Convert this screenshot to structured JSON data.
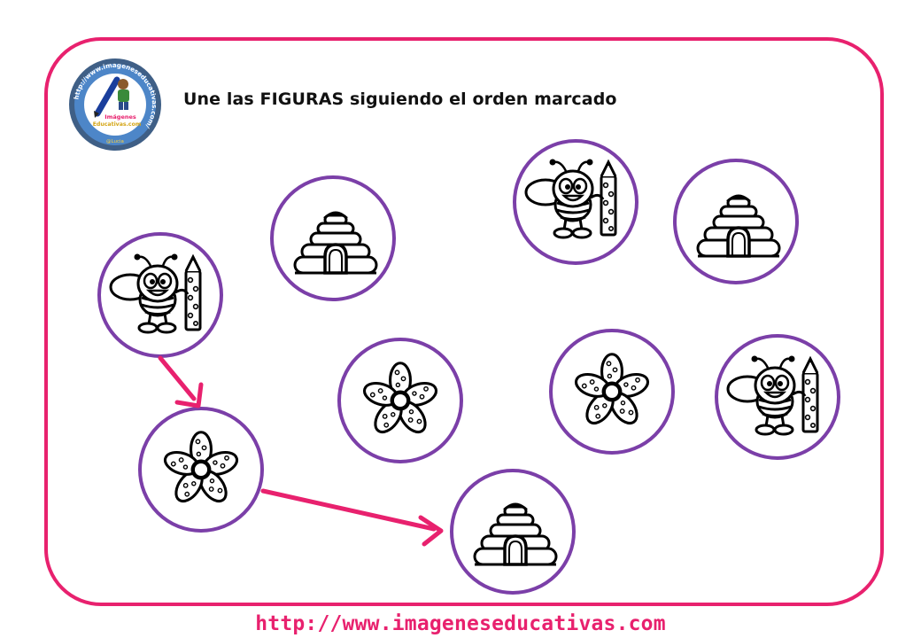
{
  "worksheet": {
    "title": "Une las FIGURAS siguiendo el orden marcado",
    "footer_url": "http://www.imageneseducativas.com",
    "logo": {
      "ring_text": "http://www.imageneseducativas.com/",
      "line1": "Imágenes",
      "line2": "Educativas.com",
      "tag": "@Lucia"
    }
  },
  "figures": [
    {
      "icon": "bee-icon"
    },
    {
      "icon": "flower-icon"
    },
    {
      "icon": "beehive-icon"
    },
    {
      "icon": "beehive-icon"
    },
    {
      "icon": "flower-icon"
    },
    {
      "icon": "bee-icon"
    },
    {
      "icon": "beehive-icon"
    },
    {
      "icon": "flower-icon"
    },
    {
      "icon": "bee-icon"
    }
  ],
  "colors": {
    "frame": "#e8216e",
    "arrow": "#e8216e",
    "circle_border": "#7b3fa8"
  }
}
